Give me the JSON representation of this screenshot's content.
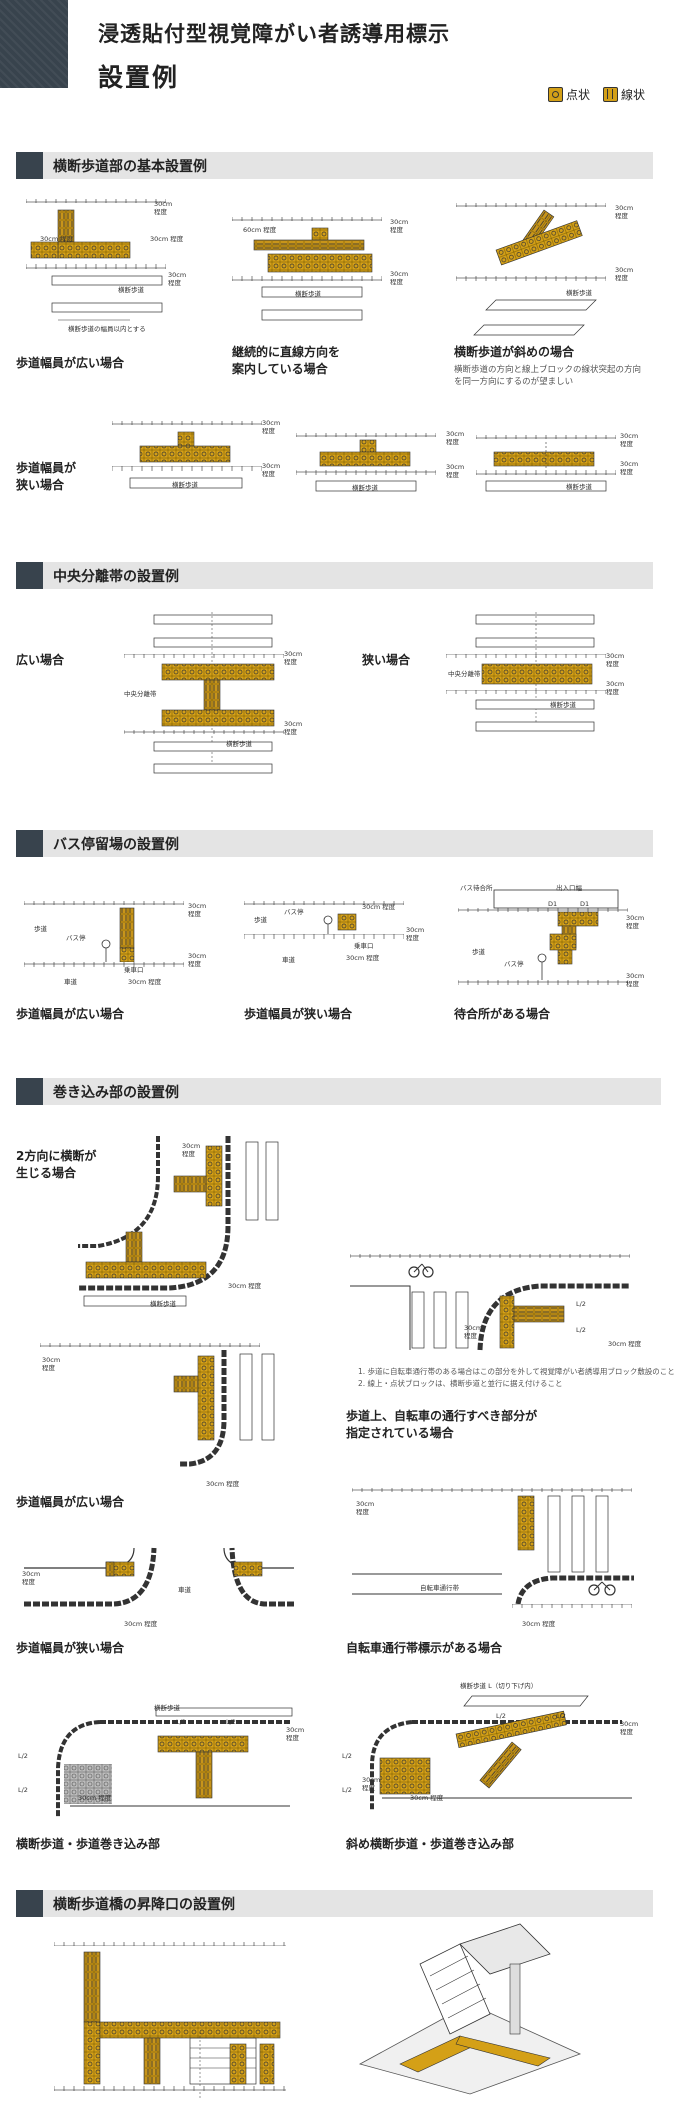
{
  "header": {
    "title": "浸透貼付型視覚障がい者誘導用標示",
    "subtitle": "設置例",
    "legend_dot": "点状",
    "legend_line": "線状"
  },
  "colors": {
    "block": "#d4a017",
    "dark": "#38434d",
    "band": "#e4e4e4"
  },
  "labels": {
    "cm30": "30cm",
    "cm60": "60cm",
    "teido": "程度",
    "cm30_teido": "30cm 程度",
    "cm60_teido": "60cm 程度",
    "crosswalk": "横断歩道",
    "crosswalk_width": "横断歩道の幅員以内とする",
    "median": "中央分離帯",
    "sidewalk": "歩道",
    "roadway": "車道",
    "bus_stop": "バス停",
    "boarding": "乗車口",
    "shelter": "バス待合所",
    "door_width": "出入口幅",
    "d1": "D1",
    "bike_lane": "自転車通行帯",
    "l2": "L/2",
    "crosswalk_L": "横断歩道 L（切り下げ内）",
    "crosswalk_L_short": "横断歩道"
  },
  "sections": {
    "s1": "横断歩道部の基本設置例",
    "s2": "中央分離帯の設置例",
    "s3": "バス停留場の設置例",
    "s4": "巻き込み部の設置例",
    "s5": "横断歩道橋の昇降口の設置例"
  },
  "captions": {
    "wide": "歩道幅員が広い場合",
    "straight_1": "継続的に直線方向を",
    "straight_2": "案内している場合",
    "diagonal": "横断歩道が斜めの場合",
    "diagonal_note_1": "横断歩道の方向と線上ブロックの線状突起の方向",
    "diagonal_note_2": "を同一方向にするのが望ましい",
    "narrow_1": "歩道幅員が",
    "narrow_2": "狭い場合",
    "median_wide": "広い場合",
    "median_narrow": "狭い場合",
    "bus_wide": "歩道幅員が広い場合",
    "bus_narrow": "歩道幅員が狭い場合",
    "bus_shelter": "待合所がある場合",
    "corner_two_1": "2方向に横断が",
    "corner_two_2": "生じる場合",
    "corner_wide": "歩道幅員が広い場合",
    "corner_narrow": "歩道幅員が狭い場合",
    "bike_1": "歩道上、自転車の通行すべき部分が",
    "bike_2": "指定されている場合",
    "bike_note_1": "1. 歩道に自転車通行帯のある場合はこの部分を外して視覚障がい者誘導用ブロック敷設のこと",
    "bike_note_2": "2. 線上・点状ブロックは、横断歩道と並行に据え付けること",
    "bike_lane_case": "自転車通行帯標示がある場合",
    "corner_cross": "横断歩道・歩道巻き込み部",
    "corner_diag": "斜め横断歩道・歩道巻き込み部"
  }
}
